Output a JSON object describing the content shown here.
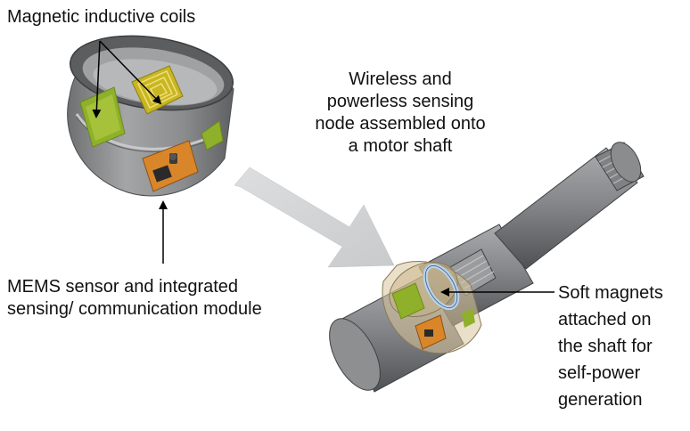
{
  "labels": {
    "coils": "Magnetic inductive coils",
    "wireless": [
      "Wireless and",
      "powerless sensing",
      "node assembled onto",
      "a motor shaft"
    ],
    "mems": [
      "MEMS sensor and integrated",
      "sensing/ communication module"
    ],
    "magnets": [
      "Soft magnets",
      "attached on",
      "the shaft for",
      "self-power",
      "generation"
    ]
  },
  "colors": {
    "ring_metal": "#8a8c8e",
    "shaft_metal": "#7b7d7f",
    "coil_pad": "#8fb02a",
    "circuit_board": "#d9862a",
    "big_arrow": "#d4d6d8",
    "pointer": "#000000"
  }
}
